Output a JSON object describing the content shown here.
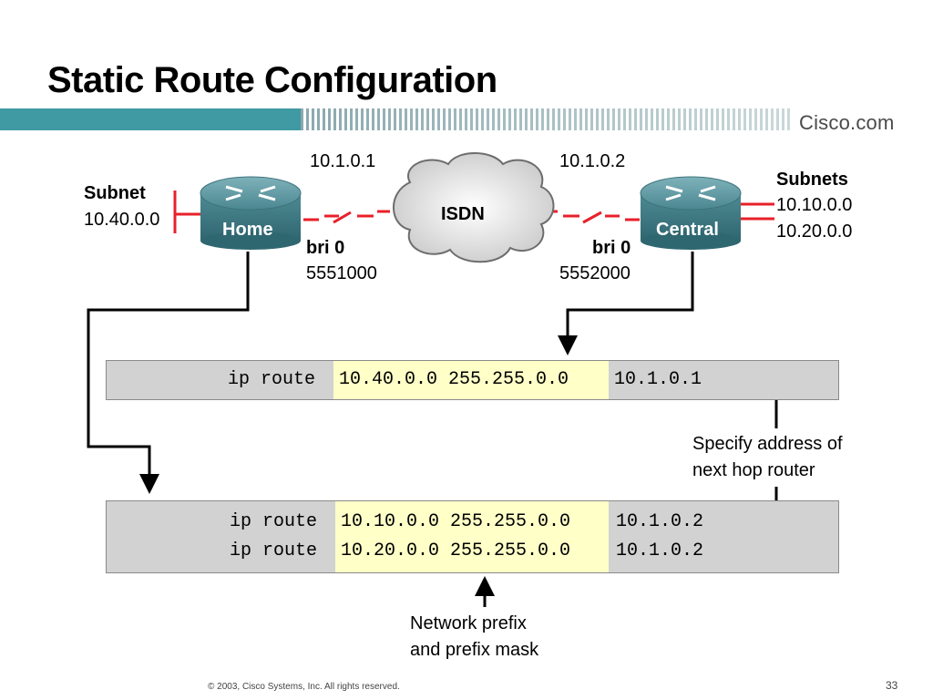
{
  "slide": {
    "title": "Static Route Configuration",
    "brand": "Cisco.com",
    "footer": "© 2003, Cisco Systems, Inc. All rights reserved.",
    "page_number": "33"
  },
  "colors": {
    "band": "#3f9aa3",
    "router_body": "#4f8a93",
    "link_red": "#e8202a",
    "highlight": "#ffffc8",
    "command_box": "#d2d2d2"
  },
  "diagram": {
    "home_router": {
      "name": "Home",
      "subnet_heading": "Subnet",
      "subnet": "10.40.0.0",
      "interface": "bri 0",
      "phone": "5551000",
      "ip": "10.1.0.1"
    },
    "isdn_cloud": {
      "label": "ISDN"
    },
    "central_router": {
      "name": "Central",
      "subnets_heading": "Subnets",
      "subnets": [
        "10.10.0.0",
        "10.20.0.0"
      ],
      "interface": "bri 0",
      "phone": "5552000",
      "ip": "10.1.0.2"
    },
    "home_config": [
      {
        "cmd": "ip route",
        "prefix": "10.40.0.0 255.255.0.0",
        "next_hop": "10.1.0.1"
      }
    ],
    "central_config": [
      {
        "cmd": "ip route",
        "prefix": "10.10.0.0 255.255.0.0",
        "next_hop": "10.1.0.2"
      },
      {
        "cmd": "ip route",
        "prefix": "10.20.0.0 255.255.0.0",
        "next_hop": "10.1.0.2"
      }
    ],
    "callouts": {
      "next_hop": [
        "Specify address of",
        "next hop router"
      ],
      "prefix": [
        "Network prefix",
        "and prefix mask"
      ]
    }
  }
}
